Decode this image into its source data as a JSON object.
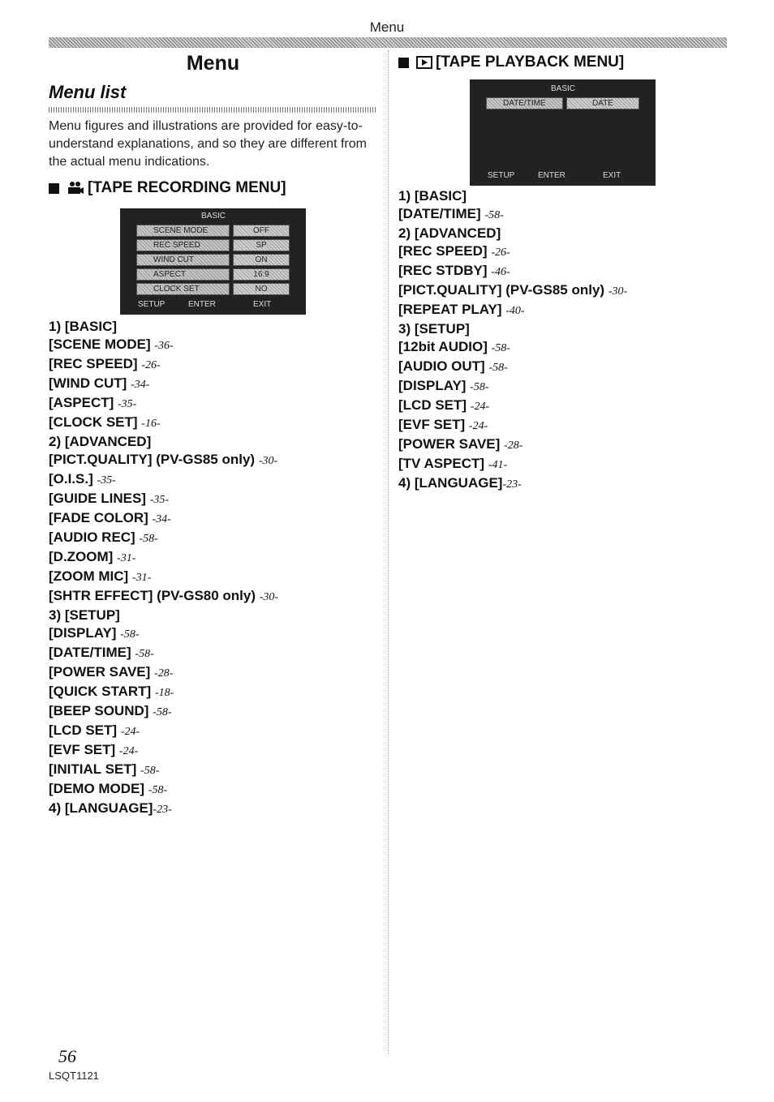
{
  "header": {
    "title": "Menu"
  },
  "left": {
    "page_title": "Menu",
    "subtitle": "Menu list",
    "intro": "Menu figures and illustrations are provided for easy-to-understand explanations, and so they are different from the actual menu indications.",
    "section_title": "[TAPE RECORDING MENU]",
    "section_icon": "camera-icon",
    "screen": {
      "title": "BASIC",
      "rows": [
        {
          "label": "SCENE MODE",
          "value": "OFF"
        },
        {
          "label": "REC SPEED",
          "value": "SP"
        },
        {
          "label": "WIND CUT",
          "value": "ON"
        },
        {
          "label": "ASPECT",
          "value": "16:9"
        },
        {
          "label": "CLOCK SET",
          "value": "NO"
        }
      ],
      "footer_left": "SETUP",
      "footer_mid": "ENTER",
      "footer_right": "EXIT"
    },
    "groups": [
      {
        "heading": "1)  [BASIC]",
        "items": [
          {
            "label": "[SCENE MODE]",
            "page": "-36-"
          },
          {
            "label": "[REC SPEED]",
            "page": "-26-"
          },
          {
            "label": "[WIND CUT]",
            "page": "-34-"
          },
          {
            "label": "[ASPECT]",
            "page": "-35-"
          },
          {
            "label": "[CLOCK SET]",
            "page": "-16-"
          }
        ]
      },
      {
        "heading": "2)  [ADVANCED]",
        "items": [
          {
            "label": "[PICT.QUALITY] (PV-GS85 only)",
            "page": "-30-"
          },
          {
            "label": "[O.I.S.]",
            "page": "-35-"
          },
          {
            "label": "[GUIDE LINES]",
            "page": "-35-"
          },
          {
            "label": "[FADE COLOR]",
            "page": "-34-"
          },
          {
            "label": "[AUDIO REC]",
            "page": "-58-"
          },
          {
            "label": "[D.ZOOM]",
            "page": "-31-"
          },
          {
            "label": "[ZOOM MIC]",
            "page": "-31-"
          },
          {
            "label": "[SHTR EFFECT] (PV-GS80 only)",
            "page": "-30-"
          }
        ]
      },
      {
        "heading": "3)  [SETUP]",
        "items": [
          {
            "label": "[DISPLAY]",
            "page": "-58-"
          },
          {
            "label": "[DATE/TIME]",
            "page": "-58-"
          },
          {
            "label": "[POWER SAVE]",
            "page": "-28-"
          },
          {
            "label": "[QUICK START]",
            "page": "-18-"
          },
          {
            "label": "[BEEP SOUND]",
            "page": "-58-"
          },
          {
            "label": "[LCD SET]",
            "page": "-24-"
          },
          {
            "label": "[EVF SET]",
            "page": "-24-"
          },
          {
            "label": "[INITIAL SET]",
            "page": "-58-"
          },
          {
            "label": "[DEMO MODE]",
            "page": "-58-"
          }
        ]
      },
      {
        "heading": "4)  [LANGUAGE]",
        "heading_page": "-23-",
        "items": []
      }
    ]
  },
  "right": {
    "section_title": "[TAPE PLAYBACK MENU]",
    "section_icon": "play-icon",
    "screen": {
      "title": "BASIC",
      "rows": [
        {
          "label": "DATE/TIME",
          "value": "DATE"
        }
      ],
      "footer_left": "SETUP",
      "footer_mid": "ENTER",
      "footer_right": "EXIT"
    },
    "groups": [
      {
        "heading": "1)  [BASIC]",
        "items": [
          {
            "label": "[DATE/TIME]",
            "page": "-58-"
          }
        ]
      },
      {
        "heading": "2)  [ADVANCED]",
        "items": [
          {
            "label": "[REC SPEED]",
            "page": "-26-"
          },
          {
            "label": "[REC STDBY]",
            "page": "-46-"
          },
          {
            "label": "[PICT.QUALITY] (PV-GS85 only)",
            "page": "-30-"
          },
          {
            "label": "[REPEAT PLAY]",
            "page": "-40-"
          }
        ]
      },
      {
        "heading": "3)  [SETUP]",
        "items": [
          {
            "label": "[12bit AUDIO]",
            "page": "-58-"
          },
          {
            "label": "[AUDIO OUT]",
            "page": "-58-"
          },
          {
            "label": "[DISPLAY]",
            "page": "-58-"
          },
          {
            "label": "[LCD SET]",
            "page": "-24-"
          },
          {
            "label": "[EVF SET]",
            "page": "-24-"
          },
          {
            "label": "[POWER SAVE]",
            "page": "-28-"
          },
          {
            "label": "[TV ASPECT]",
            "page": "-41-"
          }
        ]
      },
      {
        "heading": "4)  [LANGUAGE]",
        "heading_page": "-23-",
        "items": []
      }
    ]
  },
  "footer": {
    "page_number": "56",
    "code": "LSQT1121"
  }
}
